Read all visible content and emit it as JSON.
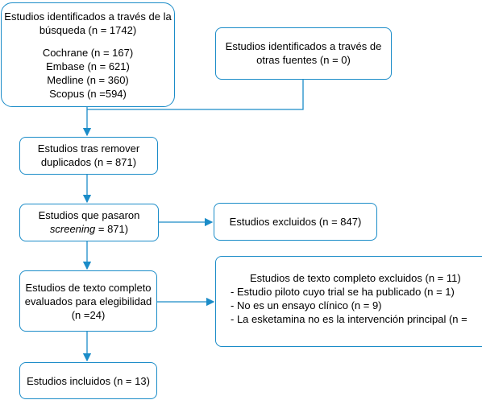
{
  "identified_db": {
    "title_line1": "Estudios identificados a través de la",
    "title_line2": "búsqueda (n = 1742)",
    "sources": [
      "Cochrane (n = 167)",
      "Embase (n = 621)",
      "Medline (n = 360)",
      "Scopus (n =594)"
    ]
  },
  "identified_other": {
    "line1": "Estudios identificados a través de",
    "line2": "otras fuentes (n = 0)"
  },
  "after_duplicates": {
    "line1": "Estudios tras remover",
    "line2": "duplicados (n = 871)"
  },
  "screened": {
    "line1": "Estudios que pasaron",
    "line2_italic": "screening",
    "line2_rest": " = 871)"
  },
  "excluded": {
    "line1": "Estudios excluidos (n = 847)"
  },
  "fulltext": {
    "line1": "Estudios de texto completo",
    "line2": "evaluados para elegibilidad",
    "line3": "(n =24)"
  },
  "fulltext_excluded": {
    "title": "Estudios de texto completo excluidos (n = 11)",
    "reasons": [
      "- Estudio piloto cuyo trial se ha publicado (n = 1)",
      "- No es un ensayo clínico (n = 9)",
      "- La esketamina no es la intervención principal (n ="
    ]
  },
  "included": {
    "line1": "Estudios incluidos (n = 13)"
  },
  "colors": {
    "border": "#1b8cc8",
    "connector": "#1b8cc8"
  }
}
